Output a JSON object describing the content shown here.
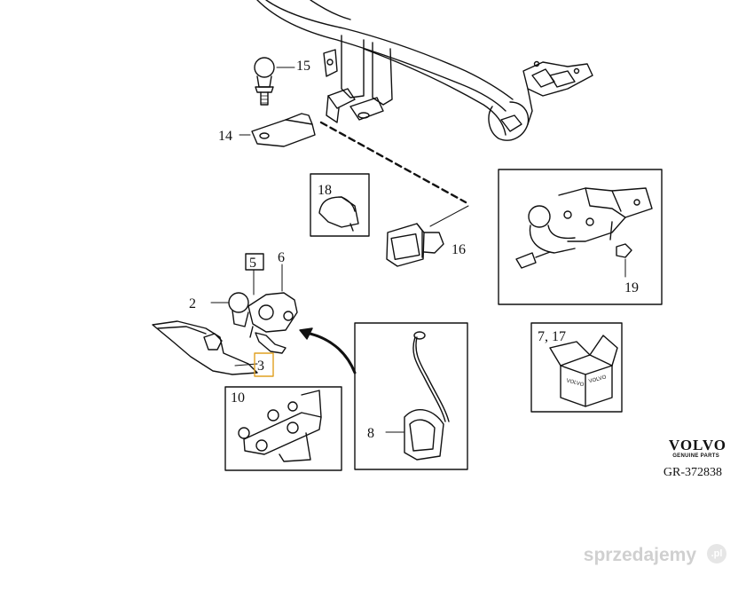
{
  "callouts": {
    "c15": "15",
    "c14": "14",
    "c18": "18",
    "c16": "16",
    "c19": "19",
    "c5": "5",
    "c6": "6",
    "c2": "2",
    "c3": "3",
    "c10": "10",
    "c8": "8",
    "c717": "7, 17"
  },
  "brand": {
    "name": "VOLVO",
    "tagline": "GENUINE PARTS",
    "diagram_ref": "GR-372838"
  },
  "watermark": {
    "text": "sprzedajemy",
    "badge": ".pl"
  }
}
